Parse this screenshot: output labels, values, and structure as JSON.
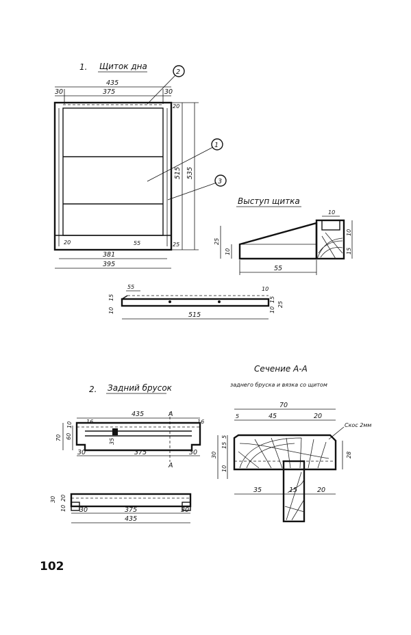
{
  "sections": {
    "s1": {
      "number": "1.",
      "title": "Щиток дна"
    },
    "profile": {
      "title": "Выступ щитка"
    },
    "s2": {
      "number": "2.",
      "title": "Задний брусок"
    },
    "sectionAA": {
      "title": "Сечение А-А",
      "subtitle": "заднего бруска и вязка со щитом"
    }
  },
  "callouts": [
    "1",
    "2",
    "3"
  ],
  "panel_dims": {
    "top_total": "435",
    "top_left": "30",
    "top_mid": "375",
    "top_right": "30",
    "right_top": "20",
    "right_inner": "515",
    "right_outer": "535",
    "bot_inner": "381",
    "bot_outer": "395",
    "bot_left": "20",
    "bot_55": "55",
    "bot_right": "25"
  },
  "profile_dims": {
    "top": "10",
    "left_25": "25",
    "left_10": "10",
    "bottom": "55",
    "right_10": "10",
    "right_15": "15"
  },
  "side_dims": {
    "left_55": "55",
    "left_15": "15",
    "left_10": "10",
    "bottom": "515",
    "right_10": "10",
    "right_15": "15",
    "right_10b": "10",
    "right_25": "25"
  },
  "bar_dims": {
    "top_total": "435",
    "top_left": "10",
    "top_16a": "16",
    "top_16b": "16",
    "left_70": "70",
    "left_60": "60",
    "left_10": "10",
    "mid_35": "35",
    "bot_left": "30",
    "bot_mid": "375",
    "bot_right": "30",
    "section_mark": "А"
  },
  "bar2_dims": {
    "left_30": "30",
    "left_20": "20",
    "left_10": "10",
    "bot_30": "30",
    "bot_375": "375",
    "bot_30b": "30",
    "bot_total": "435"
  },
  "aa_dims": {
    "top_total": "70",
    "top_5": "5",
    "top_45": "45",
    "top_20": "20",
    "note": "Скос 2мм",
    "left_5": "5",
    "left_15": "15",
    "left_30": "30",
    "left_10": "10",
    "right_28": "28",
    "bot_35": "35",
    "bot_15": "15",
    "bot_20": "20"
  },
  "page_number": "102"
}
